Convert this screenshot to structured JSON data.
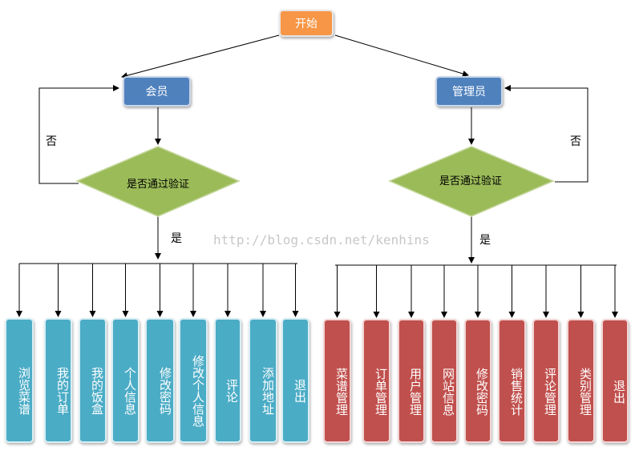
{
  "start": {
    "label": "开始"
  },
  "roles": {
    "member": "会员",
    "admin": "管理员"
  },
  "decisions": {
    "member": "是否通过验证",
    "admin": "是否通过验证"
  },
  "branch_labels": {
    "member_no": "否",
    "member_yes": "是",
    "admin_no": "否",
    "admin_yes": "是"
  },
  "member_functions": [
    "浏览菜谱",
    "我的订单",
    "我的饭盒",
    "个人信息",
    "修改密码",
    "修改个人信息",
    "评论",
    "添加地址",
    "退出"
  ],
  "admin_functions": [
    "菜谱管理",
    "订单管理",
    "用户管理",
    "网站信息",
    "修改密码",
    "销售统计",
    "评论管理",
    "类别管理",
    "退出"
  ],
  "watermark": "http://blog.csdn.net/kenhins",
  "colors": {
    "start": "#f79646",
    "role": "#4f81bd",
    "decision": "#9bbb59",
    "member_leaf": "#4bacc6",
    "admin_leaf": "#c0504d"
  }
}
